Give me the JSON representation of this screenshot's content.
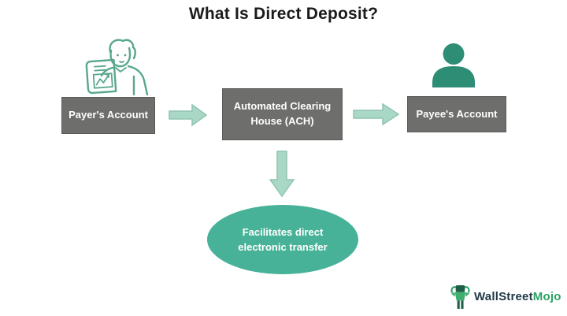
{
  "title": "What Is Direct Deposit?",
  "nodes": {
    "payer": {
      "label": "Payer's Account"
    },
    "ach": {
      "label": "Automated Clearing House (ACH)"
    },
    "payee": {
      "label": "Payee's Account"
    },
    "outcome": {
      "label": "Facilitates direct electronic transfer"
    }
  },
  "flow": [
    "payer",
    "ach",
    "payee"
  ],
  "logo": {
    "brand_primary": "WallStreet",
    "brand_secondary": "Mojo"
  },
  "colors": {
    "title_text": "#1b1b1b",
    "box_gray": "#6e6e6c",
    "box_text": "#ffffff",
    "arrow_fill": "#a9d8c7",
    "arrow_stroke": "#8fc4b1",
    "ellipse_teal": "#47b298",
    "person_solid_teal": "#2e8d75",
    "person_outline_teal": "#58a78e",
    "logo_dark": "#203a47",
    "logo_green": "#2aa263"
  }
}
